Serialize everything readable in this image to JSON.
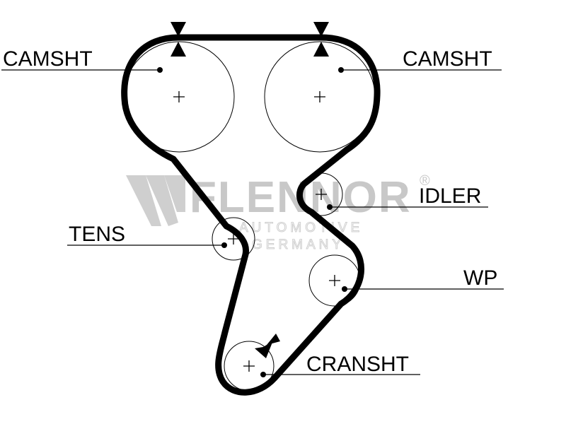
{
  "labels": {
    "camshaft_left": "CAMSHT",
    "camshaft_right": "CAMSHT",
    "idler": "IDLER",
    "tensioner": "TENS",
    "water_pump": "WP",
    "crankshaft": "CRANSHT"
  },
  "watermark": {
    "brand": "FLENNOR",
    "registered": "®",
    "tagline_1": "AUTOMOTIVE",
    "tagline_2": "GERMANY"
  },
  "colors": {
    "belt": "#000000",
    "pulley": "#000000",
    "watermark": "#c8c8c8",
    "background": "#ffffff"
  }
}
